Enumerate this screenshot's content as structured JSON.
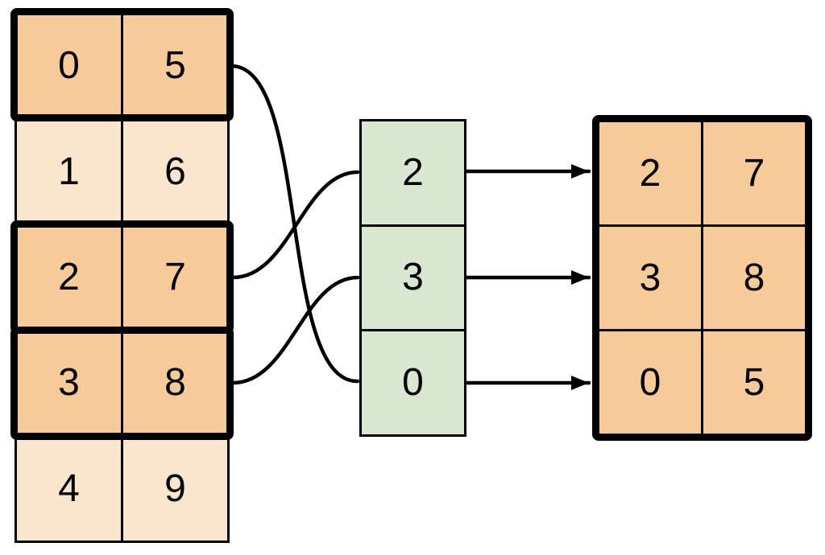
{
  "diagram": {
    "description": "Row-indexing (gather) diagram: highlighted rows of a source table are selected by an index column to form a result table",
    "source_table": {
      "rows": [
        {
          "cells": [
            "0",
            "5"
          ],
          "highlighted": true
        },
        {
          "cells": [
            "1",
            "6"
          ],
          "highlighted": false
        },
        {
          "cells": [
            "2",
            "7"
          ],
          "highlighted": true
        },
        {
          "cells": [
            "3",
            "8"
          ],
          "highlighted": true
        },
        {
          "cells": [
            "4",
            "9"
          ],
          "highlighted": false
        }
      ]
    },
    "index_column": {
      "values": [
        "2",
        "3",
        "0"
      ]
    },
    "result_table": {
      "rows": [
        [
          "2",
          "7"
        ],
        [
          "3",
          "8"
        ],
        [
          "0",
          "5"
        ]
      ]
    },
    "connections": {
      "curves": [
        {
          "from_source_row": 0,
          "to_index_value": "0"
        },
        {
          "from_source_row": 2,
          "to_index_value": "2"
        },
        {
          "from_source_row": 3,
          "to_index_value": "3"
        }
      ],
      "arrows": [
        {
          "from_index_value": "2",
          "to_result_row": 0
        },
        {
          "from_index_value": "3",
          "to_result_row": 1
        },
        {
          "from_index_value": "0",
          "to_result_row": 2
        }
      ]
    },
    "colors": {
      "highlight_fill": "#F6CA99",
      "muted_fill": "#FAE6CD",
      "index_fill": "#D8E8D0",
      "stroke": "#000000",
      "background": "#FFFFFF"
    }
  }
}
